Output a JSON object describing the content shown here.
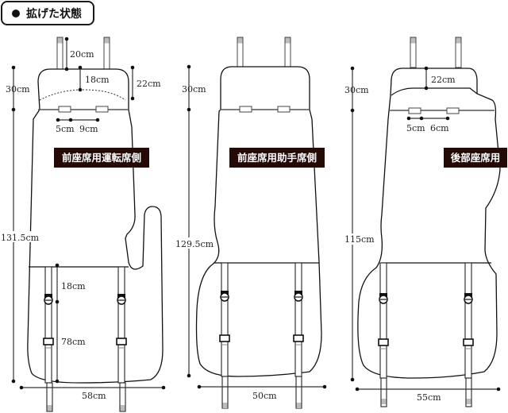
{
  "header": {
    "title": "拡げた状態",
    "bullet": "filled-circle"
  },
  "panels": [
    {
      "label": "前座席用運転席側",
      "dims": {
        "top_strap": "20cm",
        "top_flap": "18cm",
        "top_flap_side": "22cm",
        "head_height": "30cm",
        "total_height": "131.5cm",
        "buckle_gap_1": "5cm",
        "buckle_gap_2": "9cm",
        "strap_upper": "18cm",
        "strap_lower": "78cm",
        "width": "58cm"
      }
    },
    {
      "label": "前座席用助手席側",
      "dims": {
        "head_height": "30cm",
        "total_height": "129.5cm",
        "width": "50cm"
      }
    },
    {
      "label": "後部座席用",
      "dims": {
        "top_flap": "22cm",
        "head_height": "30cm",
        "total_height": "115cm",
        "buckle_gap_1": "5cm",
        "buckle_gap_2": "6cm",
        "width": "55cm"
      }
    }
  ],
  "colors": {
    "label_bg": "#230a06",
    "label_text": "#ffffff",
    "line": "#111111"
  }
}
